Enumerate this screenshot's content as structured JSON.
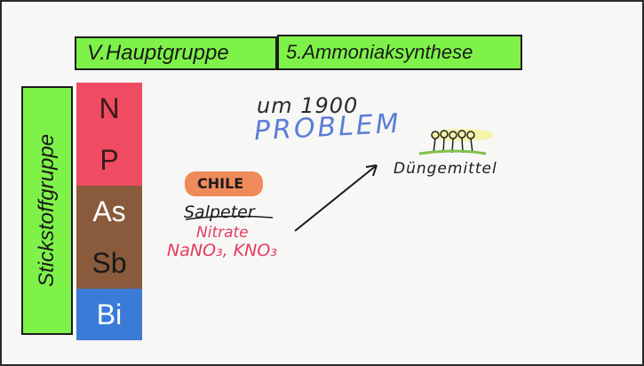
{
  "header": {
    "group_title": "V.Hauptgruppe",
    "topic_title": "5.Ammoniaksynthese"
  },
  "side_label": "Stickstoffgruppe",
  "elements": [
    {
      "symbol": "N",
      "color": "#ef4b63",
      "text_color": "#3a1a18"
    },
    {
      "symbol": "P",
      "color": "#ef4b63",
      "text_color": "#3a1a18"
    },
    {
      "symbol": "As",
      "color": "#8a5a3c",
      "text_color": "#ffffff"
    },
    {
      "symbol": "Sb",
      "color": "#8a5a3c",
      "text_color": "#1a1a1a"
    },
    {
      "symbol": "Bi",
      "color": "#3b7bd8",
      "text_color": "#ffffff"
    }
  ],
  "notes": {
    "year_line": "um 1900",
    "problem": "PROBLEM",
    "fertilizer": "Düngemittel",
    "chile": "CHILE",
    "salpeter": "Salpeter",
    "nitrate": "Nitrate",
    "formula": "NaNO₃, KNO₃"
  },
  "colors": {
    "green": "#7ff24a",
    "problem_blue": "#5a7dd8",
    "red_text": "#e23b5f",
    "chile_orange": "#ef8a5a"
  }
}
